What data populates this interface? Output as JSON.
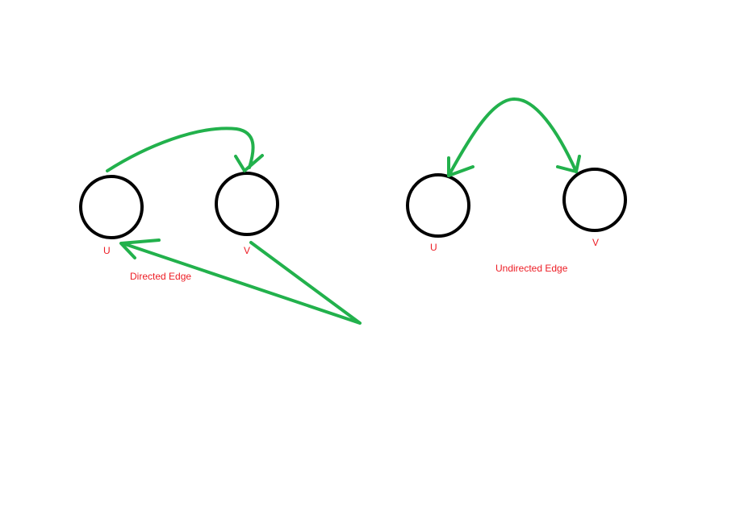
{
  "colors": {
    "node_stroke": "#000000",
    "edge": "#22b14c",
    "label": "#ed1c24"
  },
  "directed": {
    "node_u_label": "U",
    "node_v_label": "V",
    "caption": "Directed Edge"
  },
  "undirected": {
    "node_u_label": "U",
    "node_v_label": "V",
    "caption": "Undirected Edge"
  }
}
